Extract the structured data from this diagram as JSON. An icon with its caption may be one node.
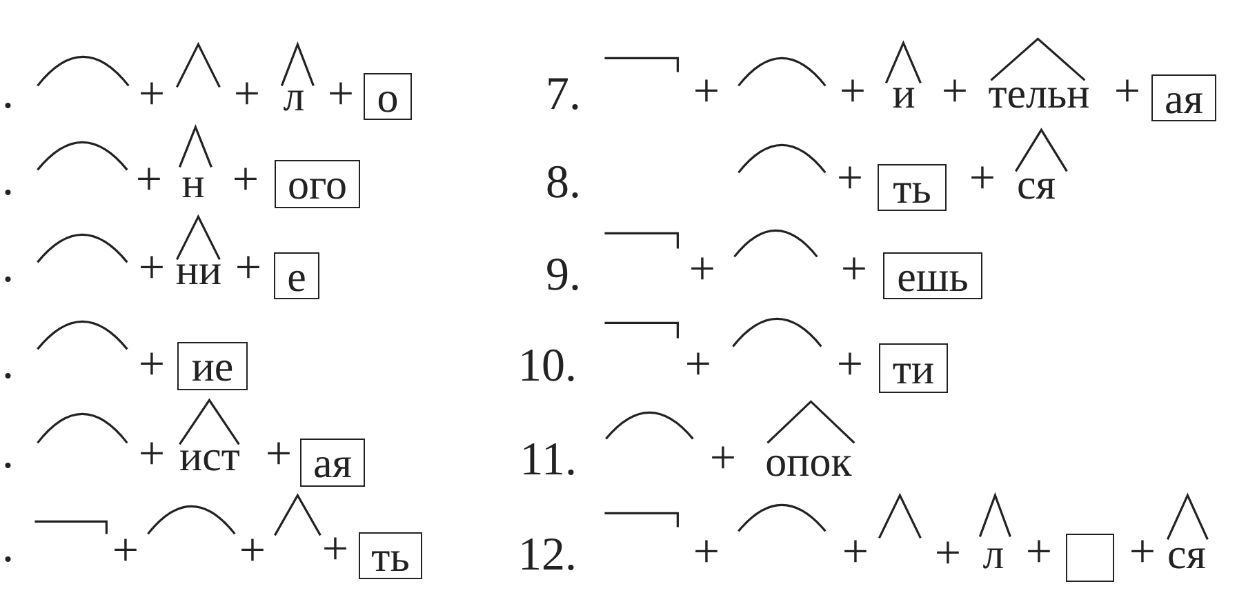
{
  "diagram": {
    "nodes": [
      {
        "text": [
          "о"
        ]
      },
      {
        "text": [
          "ого"
        ]
      },
      {
        "text": [
          "е"
        ]
      },
      {
        "text": [
          "ие"
        ]
      },
      {
        "text": [
          "ая"
        ]
      },
      {
        "text": [
          "ть"
        ]
      },
      {
        "text": [
          "ая"
        ]
      },
      {
        "text": [
          "ть"
        ]
      },
      {
        "text": [
          "ешь"
        ]
      },
      {
        "text": [
          "ти"
        ]
      },
      {
        "text": [],
        "shape": "box"
      }
    ],
    "labels": [
      ".",
      "+",
      "+",
      "л",
      "+",
      ".",
      "+",
      "н",
      "+",
      ".",
      "+",
      "ни",
      "+",
      ".",
      "+",
      ".",
      "+",
      "ист",
      "+",
      ".",
      "+",
      "+",
      "+",
      "7.",
      "+",
      "+",
      "и",
      "+",
      "тельн",
      "+",
      "8.",
      "+",
      "+",
      "ся",
      "9.",
      "+",
      "+",
      "10.",
      "+",
      "+",
      "11.",
      "+",
      "опок",
      "12.",
      "+",
      "+",
      "+",
      "л",
      "+",
      "+",
      "ся"
    ]
  }
}
